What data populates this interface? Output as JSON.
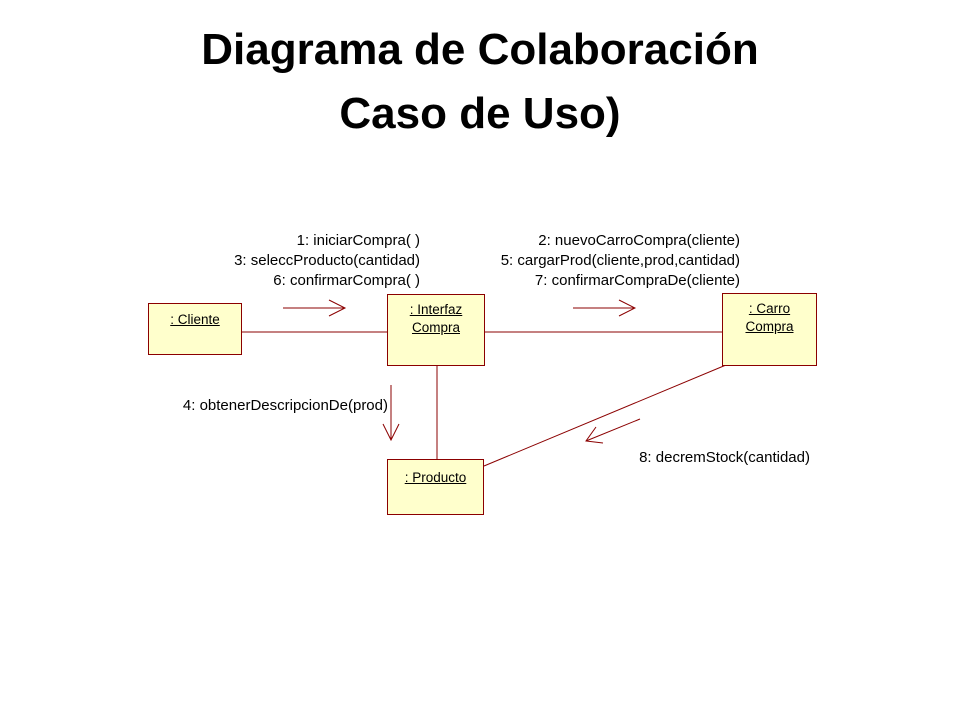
{
  "title": {
    "line1": "Diagrama de Colaboración",
    "line2": "Caso de Uso)"
  },
  "objects": {
    "cliente": {
      "label": ": Cliente"
    },
    "interfaz": {
      "line1": ": Interfaz",
      "line2": "Compra"
    },
    "carro": {
      "line1": ": Carro",
      "line2": "Compra"
    },
    "producto": {
      "label": ": Producto"
    }
  },
  "messages": {
    "cliente_to_interfaz": [
      "1: iniciarCompra( )",
      "3: seleccProducto(cantidad)",
      "6: confirmarCompra( )"
    ],
    "interfaz_to_carro": [
      "2: nuevoCarroCompra(cliente)",
      "5: cargarProd(cliente,prod,cantidad)",
      "7: confirmarCompraDe(cliente)"
    ],
    "interfaz_to_producto": "4: obtenerDescripcionDe(prod)",
    "carro_to_producto": "8: decremStock(cantidad)"
  },
  "colors": {
    "object_fill": "#ffffcc",
    "object_border": "#8b0000",
    "link": "#8b0000",
    "arrow": "#8b0000"
  }
}
